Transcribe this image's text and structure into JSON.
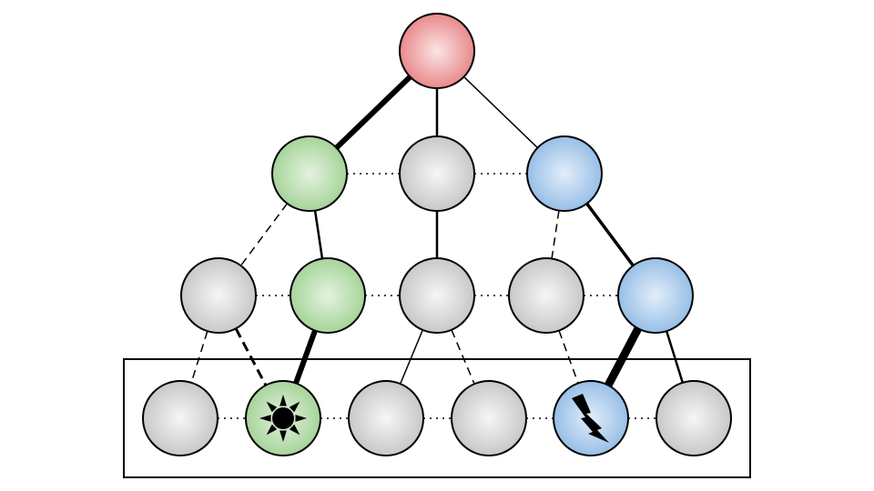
{
  "palette": {
    "red": "#e88a8c",
    "green": "#a6d49a",
    "blue": "#97bfe6",
    "gray": "#c8c8c8",
    "stroke": "#000000"
  },
  "nodes": [
    {
      "id": "root",
      "color": "red"
    },
    {
      "id": "l1-left",
      "color": "green"
    },
    {
      "id": "l1-mid",
      "color": "gray"
    },
    {
      "id": "l1-right",
      "color": "blue"
    },
    {
      "id": "l2-1",
      "color": "gray"
    },
    {
      "id": "l2-2",
      "color": "green"
    },
    {
      "id": "l2-3",
      "color": "gray"
    },
    {
      "id": "l2-4",
      "color": "gray"
    },
    {
      "id": "l2-5",
      "color": "blue"
    },
    {
      "id": "l3-1",
      "color": "gray"
    },
    {
      "id": "l3-2",
      "color": "green",
      "icon": "sun-icon"
    },
    {
      "id": "l3-3",
      "color": "gray"
    },
    {
      "id": "l3-4",
      "color": "gray"
    },
    {
      "id": "l3-5",
      "color": "blue",
      "icon": "lightning-icon"
    },
    {
      "id": "l3-6",
      "color": "gray"
    }
  ],
  "edges": [
    {
      "from": "root",
      "to": "l1-left",
      "style": "heavy"
    },
    {
      "from": "root",
      "to": "l1-mid",
      "style": "solid"
    },
    {
      "from": "root",
      "to": "l1-right",
      "style": "thin"
    },
    {
      "from": "l1-left",
      "to": "l2-1",
      "style": "dashed"
    },
    {
      "from": "l1-left",
      "to": "l2-2",
      "style": "solid"
    },
    {
      "from": "l1-mid",
      "to": "l2-3",
      "style": "solid"
    },
    {
      "from": "l1-right",
      "to": "l2-4",
      "style": "dashed"
    },
    {
      "from": "l1-right",
      "to": "l2-5",
      "style": "medium"
    },
    {
      "from": "l2-1",
      "to": "l3-1",
      "style": "dashed"
    },
    {
      "from": "l2-1",
      "to": "l3-2",
      "style": "dashed-bold"
    },
    {
      "from": "l2-2",
      "to": "l3-2",
      "style": "heavy"
    },
    {
      "from": "l2-3",
      "to": "l3-3",
      "style": "thin"
    },
    {
      "from": "l2-3",
      "to": "l3-4",
      "style": "dashed"
    },
    {
      "from": "l2-4",
      "to": "l3-5",
      "style": "dashed"
    },
    {
      "from": "l2-5",
      "to": "l3-5",
      "style": "heaviest"
    },
    {
      "from": "l2-5",
      "to": "l3-6",
      "style": "solid"
    }
  ],
  "sibling_links": [
    [
      "l1-left",
      "l1-mid"
    ],
    [
      "l1-mid",
      "l1-right"
    ],
    [
      "l2-1",
      "l2-2"
    ],
    [
      "l2-2",
      "l2-3"
    ],
    [
      "l2-3",
      "l2-4"
    ],
    [
      "l2-4",
      "l2-5"
    ],
    [
      "l3-1",
      "l3-2"
    ],
    [
      "l3-2",
      "l3-3"
    ],
    [
      "l3-3",
      "l3-4"
    ],
    [
      "l3-4",
      "l3-5"
    ],
    [
      "l3-5",
      "l3-6"
    ]
  ],
  "frame": {
    "encloses": "bottom-row"
  }
}
